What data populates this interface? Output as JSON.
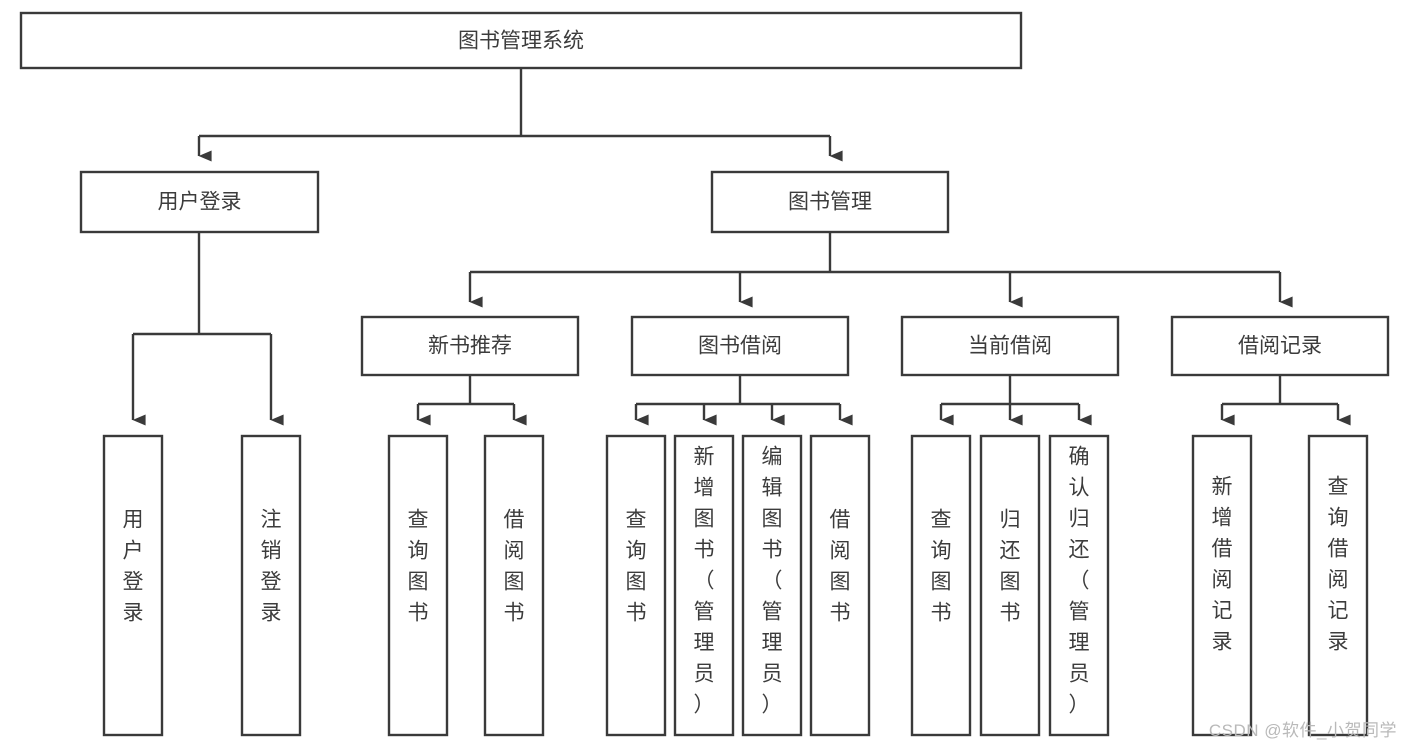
{
  "diagram": {
    "type": "tree-hierarchy-flowchart",
    "title": "图书管理系统",
    "stroke_color": "#3a3a3a",
    "text_color": "#3c3c3c",
    "box_fill": "#ffffff",
    "background": "#ffffff",
    "levels": [
      {
        "level": 1,
        "nodes": [
          {
            "id": "root",
            "label": "图书管理系统",
            "orientation": "horizontal"
          }
        ]
      },
      {
        "level": 2,
        "nodes": [
          {
            "id": "login",
            "label": "用户登录",
            "orientation": "horizontal",
            "parent": "root"
          },
          {
            "id": "bookmgmt",
            "label": "图书管理",
            "orientation": "horizontal",
            "parent": "root"
          }
        ]
      },
      {
        "level": 3,
        "nodes": [
          {
            "id": "newbook",
            "label": "新书推荐",
            "orientation": "horizontal",
            "parent": "bookmgmt"
          },
          {
            "id": "borrow",
            "label": "图书借阅",
            "orientation": "horizontal",
            "parent": "bookmgmt"
          },
          {
            "id": "current",
            "label": "当前借阅",
            "orientation": "horizontal",
            "parent": "bookmgmt"
          },
          {
            "id": "records",
            "label": "借阅记录",
            "orientation": "horizontal",
            "parent": "bookmgmt"
          }
        ]
      },
      {
        "level": 4,
        "nodes": [
          {
            "id": "leaf-1",
            "label": "用户登录",
            "orientation": "vertical",
            "parent": "login"
          },
          {
            "id": "leaf-2",
            "label": "注销登录",
            "orientation": "vertical",
            "parent": "login"
          },
          {
            "id": "leaf-3",
            "label": "查询图书",
            "orientation": "vertical",
            "parent": "newbook"
          },
          {
            "id": "leaf-4",
            "label": "借阅图书",
            "orientation": "vertical",
            "parent": "newbook"
          },
          {
            "id": "leaf-5",
            "label": "查询图书",
            "orientation": "vertical",
            "parent": "borrow"
          },
          {
            "id": "leaf-6",
            "label": "新增图书（管理员）",
            "orientation": "vertical",
            "parent": "borrow"
          },
          {
            "id": "leaf-7",
            "label": "编辑图书（管理员）",
            "orientation": "vertical",
            "parent": "borrow"
          },
          {
            "id": "leaf-8",
            "label": "借阅图书",
            "orientation": "vertical",
            "parent": "borrow"
          },
          {
            "id": "leaf-9",
            "label": "查询图书",
            "orientation": "vertical",
            "parent": "current"
          },
          {
            "id": "leaf-10",
            "label": "归还图书",
            "orientation": "vertical",
            "parent": "current"
          },
          {
            "id": "leaf-11",
            "label": "确认归还（管理员）",
            "orientation": "vertical",
            "parent": "current"
          },
          {
            "id": "leaf-12",
            "label": "新增借阅记录",
            "orientation": "vertical",
            "parent": "records"
          },
          {
            "id": "leaf-13",
            "label": "查询借阅记录",
            "orientation": "vertical",
            "parent": "records"
          }
        ]
      }
    ]
  },
  "watermark": {
    "text": "CSDN @软件_小贺同学",
    "color": "#b9b9b9"
  }
}
